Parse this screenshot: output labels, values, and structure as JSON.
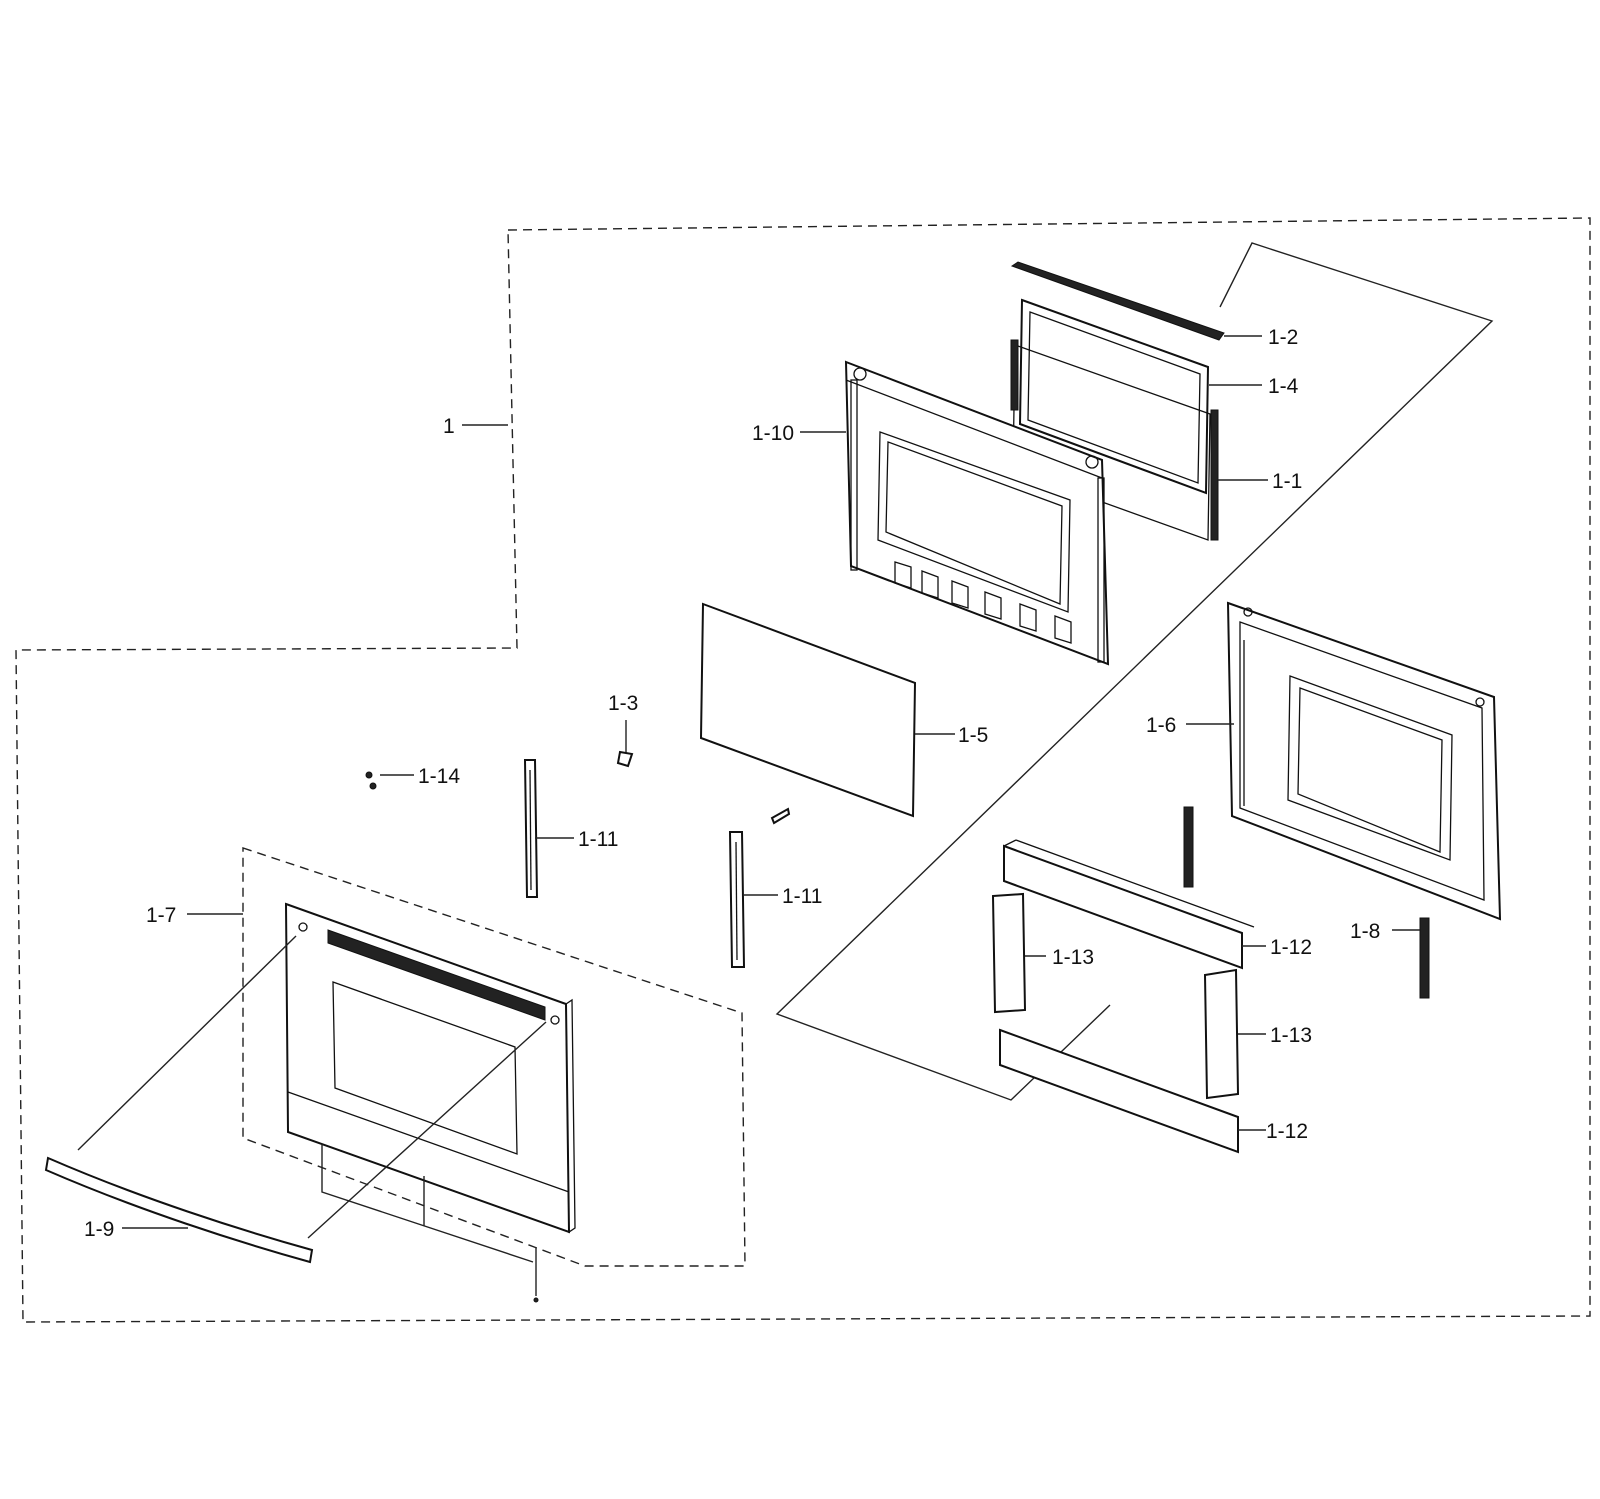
{
  "callouts": {
    "c1": "1",
    "c1_1": "1-1",
    "c1_2": "1-2",
    "c1_3": "1-3",
    "c1_4": "1-4",
    "c1_5": "1-5",
    "c1_6": "1-6",
    "c1_7": "1-7",
    "c1_8": "1-8",
    "c1_9": "1-9",
    "c1_10": "1-10",
    "c1_11a": "1-11",
    "c1_11b": "1-11",
    "c1_12a": "1-12",
    "c1_12b": "1-12",
    "c1_13a": "1-13",
    "c1_13b": "1-13",
    "c1_14": "1-14"
  }
}
